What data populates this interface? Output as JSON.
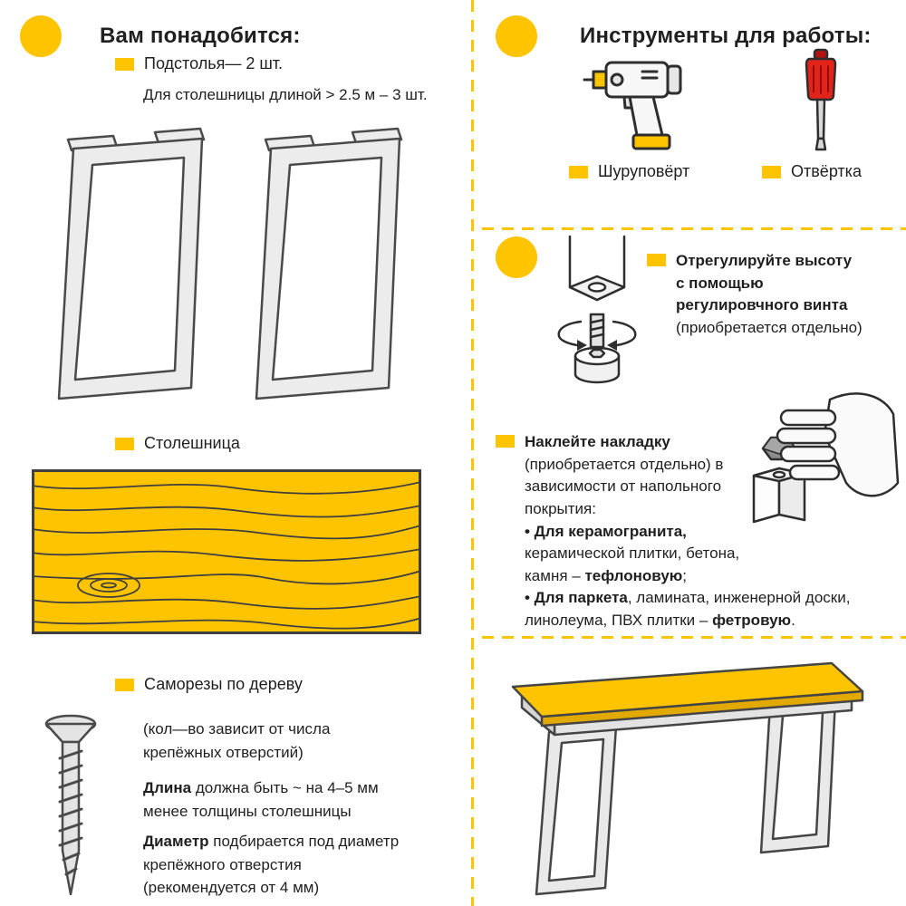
{
  "theme": {
    "accent": "#FFC400",
    "accent_dark_edge": "#E2A900",
    "ink": "#1F1F1F",
    "illustration_outline": "#4A4A4A",
    "screwdriver_red": "#E2231A"
  },
  "left": {
    "heading": "Вам понадобится:",
    "bases_label": "Подстолья— 2 шт.",
    "bases_note": "Для столешницы длиной > 2.5 м – 3 шт.",
    "top_label": "Столешница",
    "screws_label": "Саморезы по дереву",
    "screws_qty_note": "(кол—во зависит от числа крепёжных отверстий)",
    "screws_len_term": "Длина",
    "screws_len_text": " должна быть ~ на 4–5 мм менее толщины столешницы",
    "screws_dia_term": "Диаметр",
    "screws_dia_text": " подбирается под диаметр крепёжного отверстия (рекомендуется от 4 мм)"
  },
  "tools": {
    "heading": "Инструменты для работы:",
    "drill_label": "Шуруповёрт",
    "screwdriver_label": "Отвёртка"
  },
  "setup": {
    "height_bold": "Отрегулируйте высоту с помощью регулировчного винта",
    "height_note": " (приобретается отдельно)",
    "pad_bold": "Наклейте накладку",
    "pad_rest": " (приобретается отдельно) в зависимости от напольного покрытия:",
    "floor1_bold": "• Для керамогранита,",
    "floor1_mid": " керамической плитки, бетона, камня – ",
    "floor1_bold2": "тефлоновую",
    "floor1_end": ";",
    "floor2_bold": "• Для паркета",
    "floor2_mid": ", ламината, инженерной доски, линолеума, ПВХ плитки – ",
    "floor2_bold2": "фетровую",
    "floor2_end": "."
  },
  "illustrations": {
    "legs": "two-metal-table-bases",
    "tabletop": "yellow-wooden-tabletop",
    "screw": "wood-screw",
    "drill": "cordless-screwdriver",
    "screwdriver": "screwdriver-red-handle",
    "foot": "adjustable-leveling-foot-with-rotation-arrows",
    "hand": "hand-applying-floor-pad",
    "table": "assembled-table"
  }
}
